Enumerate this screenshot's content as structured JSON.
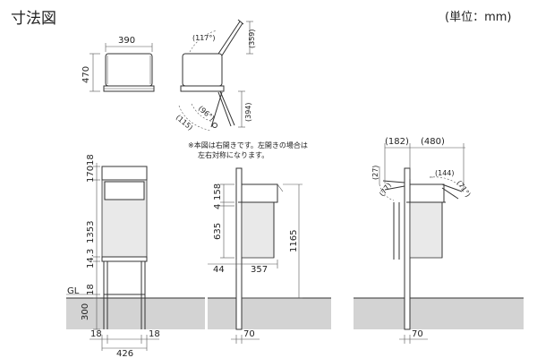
{
  "header": {
    "title": "寸法図",
    "unit": "(単位：mm)"
  },
  "note": {
    "line1": "※本図は右開きです。左開きの場合は",
    "line2": "左右対称になります。"
  },
  "top_views": {
    "width": "390",
    "height": "470",
    "lid_angle": "(117°)",
    "lid_height": "(359)",
    "door_angle": "(96°)",
    "door_reach": "(115)",
    "door_depth": "(394)"
  },
  "front_view": {
    "top_gap": "18",
    "header_height": "170",
    "body_height": "1353",
    "base_height": "14.3",
    "gl_gap": "18",
    "buried": "300",
    "gl_label": "GL",
    "leg_left": "18",
    "leg_right": "18",
    "total_width": "426"
  },
  "side_view": {
    "top_offset": "158",
    "small_offset": "4",
    "box_height": "635",
    "total_height": "1165",
    "post_offset": "44",
    "depth": "357",
    "post_width": "70"
  },
  "open_side_view": {
    "lid_reach": "(182)",
    "open_depth": "(480)",
    "lid_height": "(27)",
    "lid_arc": "(144)",
    "door_open": "(77)",
    "lid_angle": "(71°)",
    "post_width": "70"
  }
}
